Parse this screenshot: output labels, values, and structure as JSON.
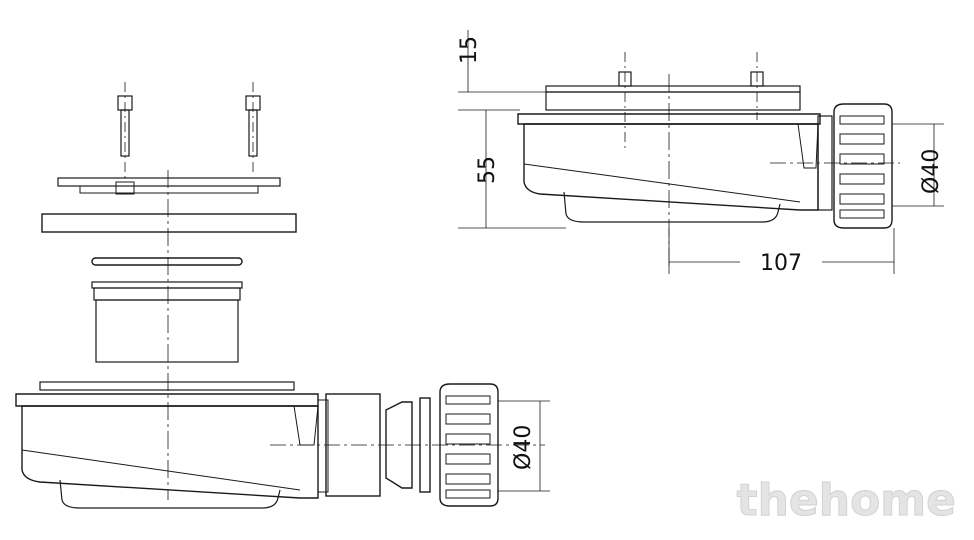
{
  "dimensions": {
    "cap_height": "15",
    "body_height": "55",
    "length": "107",
    "outlet_diameter_assembled": "Ø40",
    "outlet_diameter_exploded": "Ø40"
  },
  "watermark": "thehome",
  "colors": {
    "line": "#1a1a1a",
    "fill_dark": "#cfcfcf",
    "fill_mid": "#e2e2e2",
    "watermark": "#e4e4e4"
  }
}
